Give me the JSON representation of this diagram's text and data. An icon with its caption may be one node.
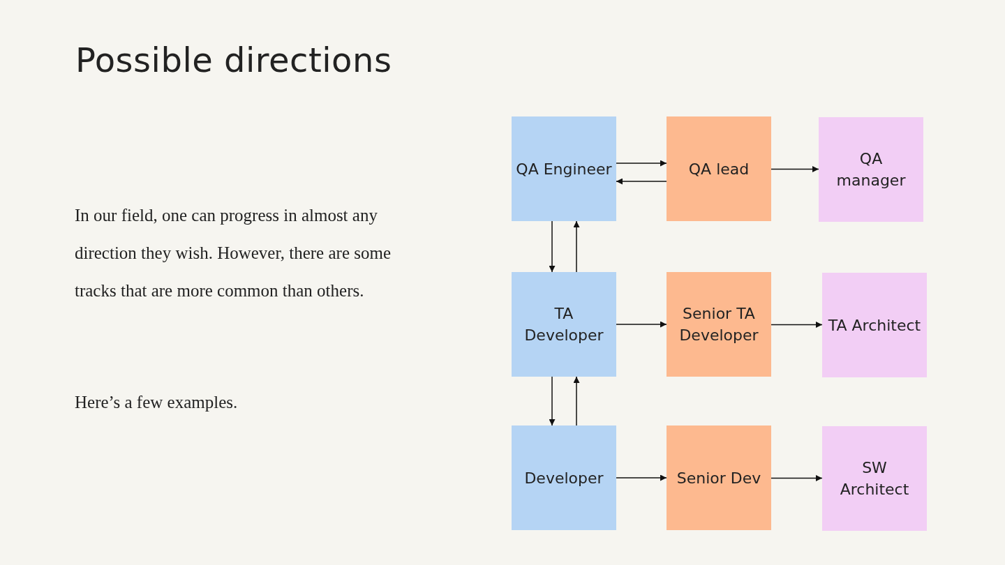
{
  "diagram": {
    "title": "Possible directions",
    "nodes": [
      {
        "text": [
          "QA Engineer"
        ]
      },
      {
        "text": [
          "QA lead"
        ]
      },
      {
        "text": [
          "QA manager"
        ]
      },
      {
        "text": [
          "TA Developer"
        ]
      },
      {
        "text": [
          "Senior TA Developer"
        ]
      },
      {
        "text": [
          "TA Architect"
        ]
      },
      {
        "text": [
          "Developer"
        ]
      },
      {
        "text": [
          "Senior Dev"
        ]
      },
      {
        "text": [
          "SW Architect"
        ]
      }
    ],
    "edges": [
      {
        "from": 0,
        "to": 1,
        "arrow": "to"
      },
      {
        "from": 1,
        "to": 0,
        "arrow": "to"
      },
      {
        "from": 1,
        "to": 2,
        "arrow": "to"
      },
      {
        "from": 0,
        "to": 3,
        "arrow": "to"
      },
      {
        "from": 3,
        "to": 0,
        "arrow": "to"
      },
      {
        "from": 3,
        "to": 4,
        "arrow": "to"
      },
      {
        "from": 4,
        "to": 5,
        "arrow": "to"
      },
      {
        "from": 3,
        "to": 6,
        "arrow": "to"
      },
      {
        "from": 6,
        "to": 3,
        "arrow": "to"
      },
      {
        "from": 6,
        "to": 7,
        "arrow": "to"
      },
      {
        "from": 7,
        "to": 8,
        "arrow": "to"
      }
    ],
    "labels": [
      "In our field, one can progress in almost any direction they wish. However, there are some tracks that are more common than others.",
      "Here’s a few examples."
    ]
  }
}
